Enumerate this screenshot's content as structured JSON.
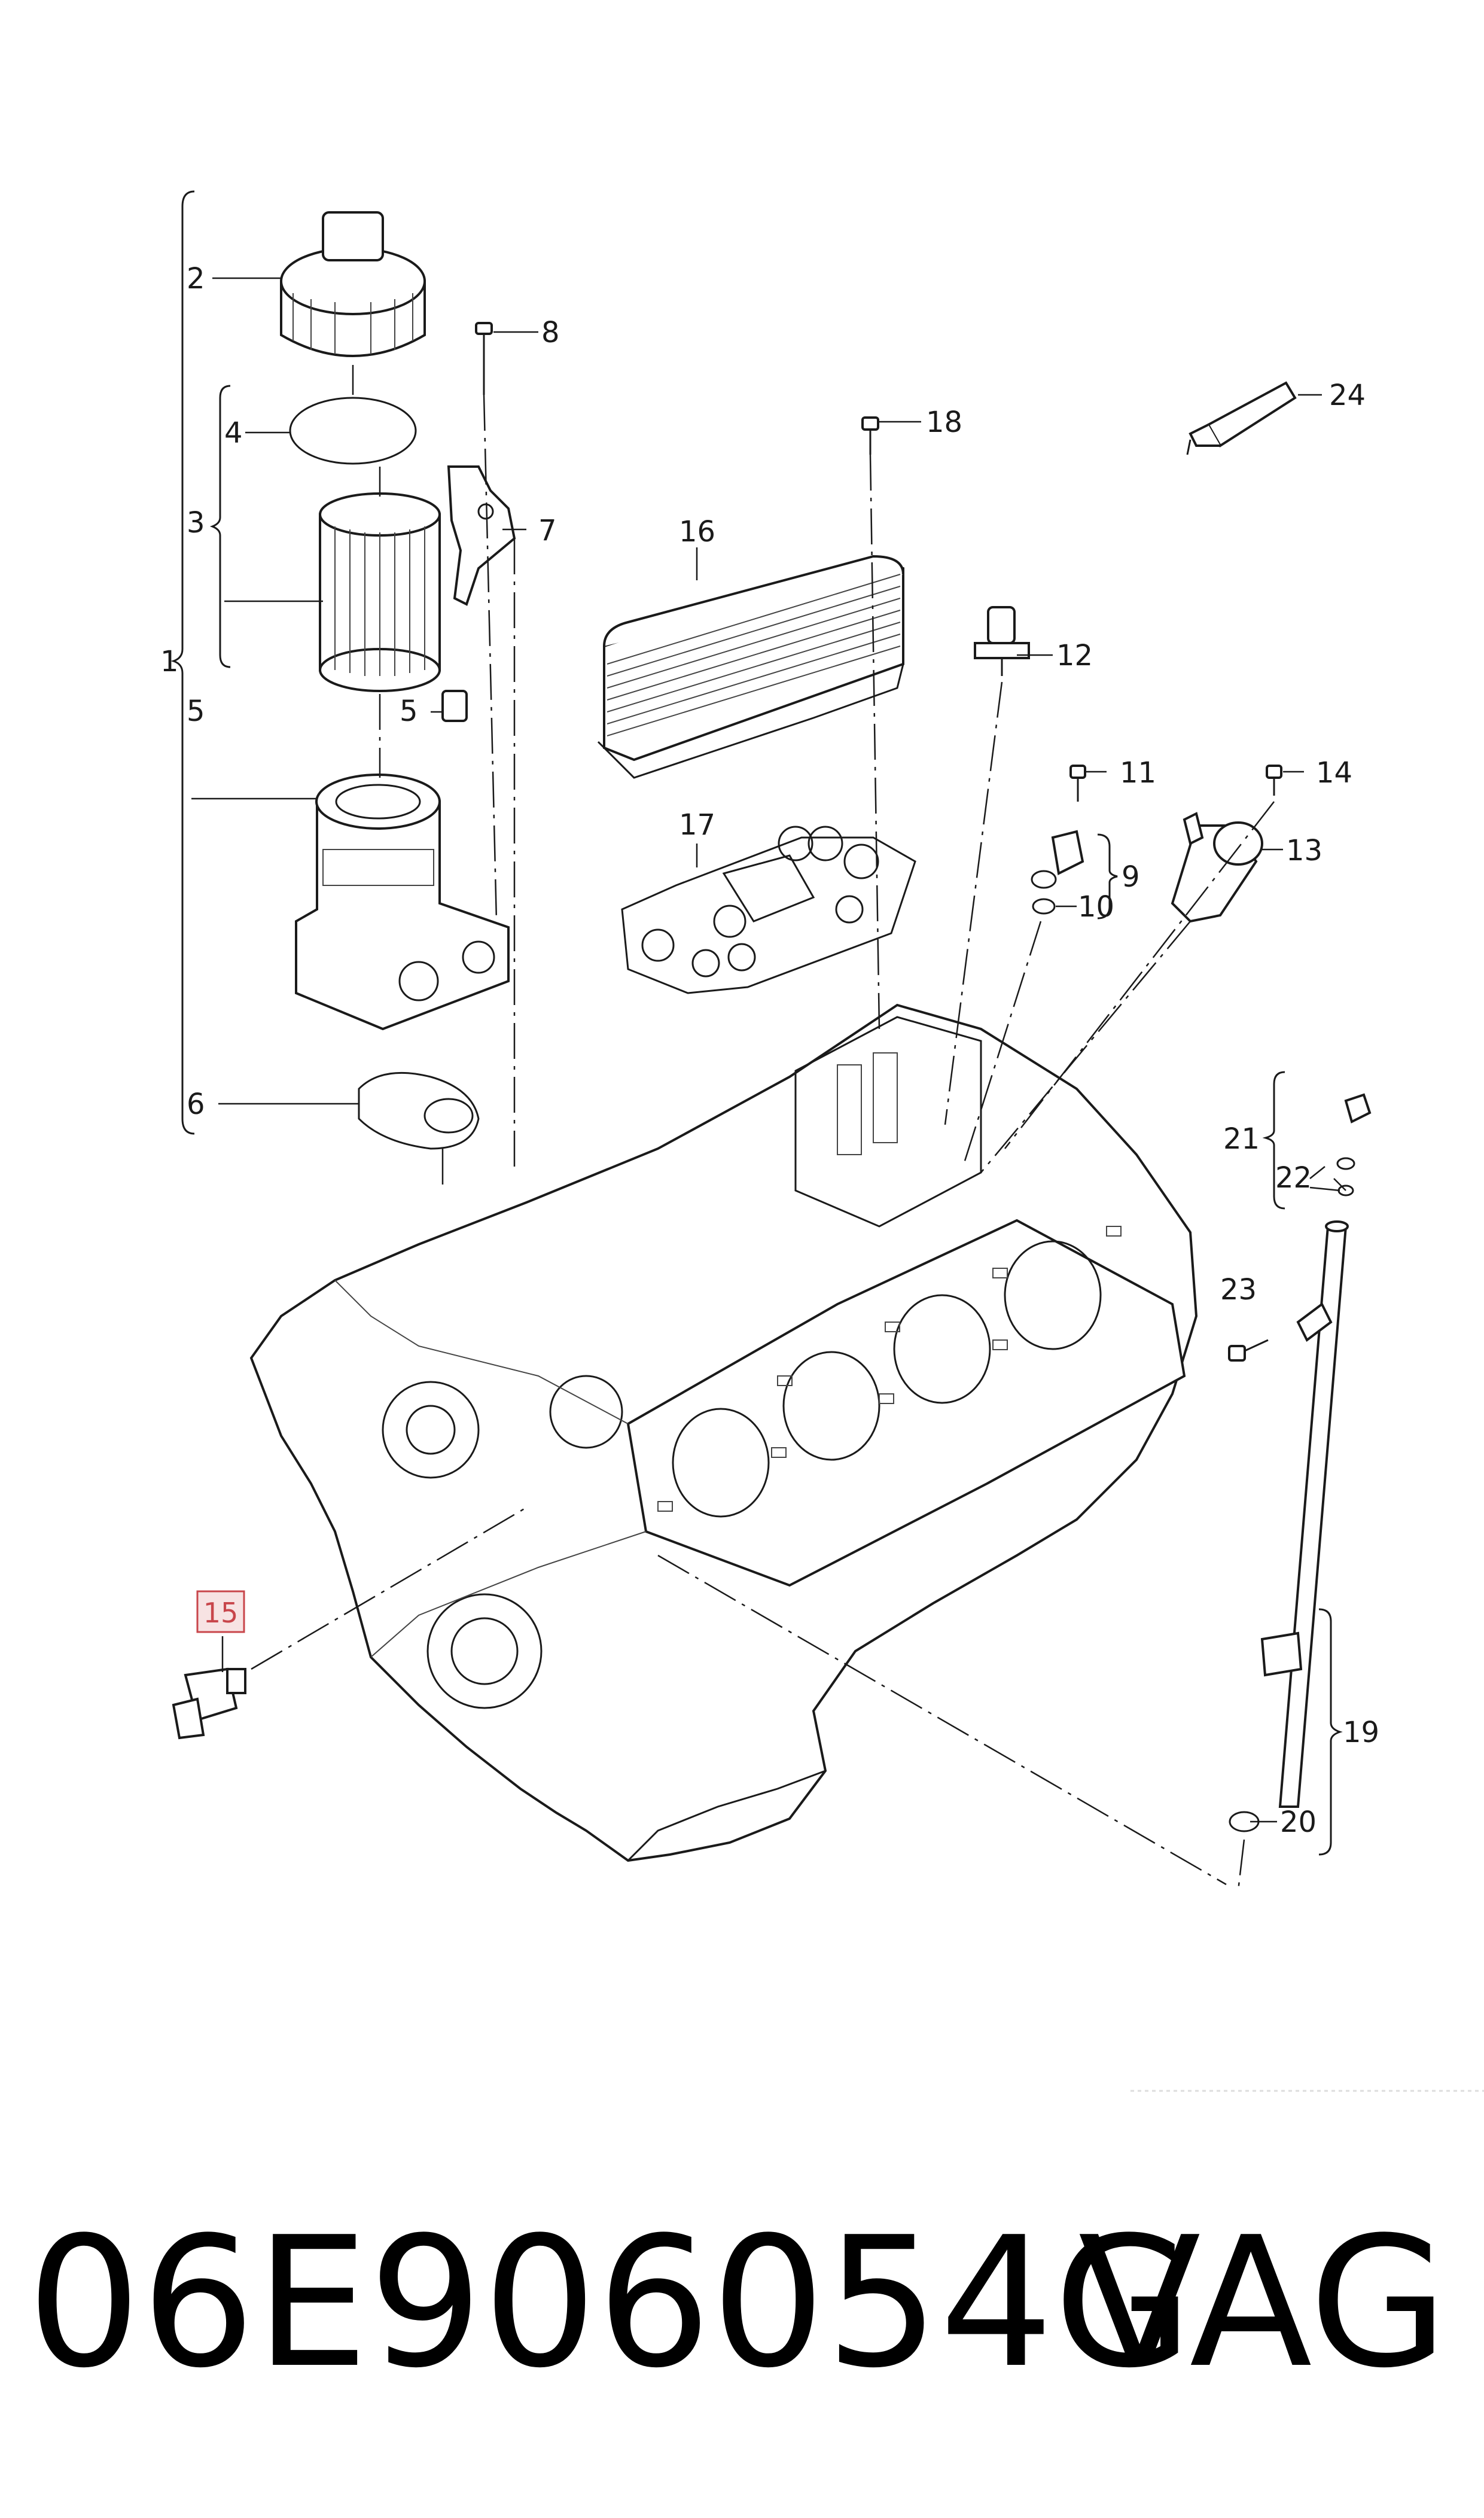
{
  "diagram": {
    "labels": [
      "1",
      "2",
      "3",
      "4",
      "5",
      "5",
      "6",
      "7",
      "8",
      "10",
      "11",
      "12",
      "13",
      "14",
      "16",
      "17",
      "18",
      "9",
      "19",
      "20",
      "21",
      "22",
      "23",
      "24"
    ],
    "highlighted_label": "15",
    "highlight_color": "#c8464b"
  },
  "footer": {
    "part_number": "06E906054G",
    "brand": "VAG"
  }
}
